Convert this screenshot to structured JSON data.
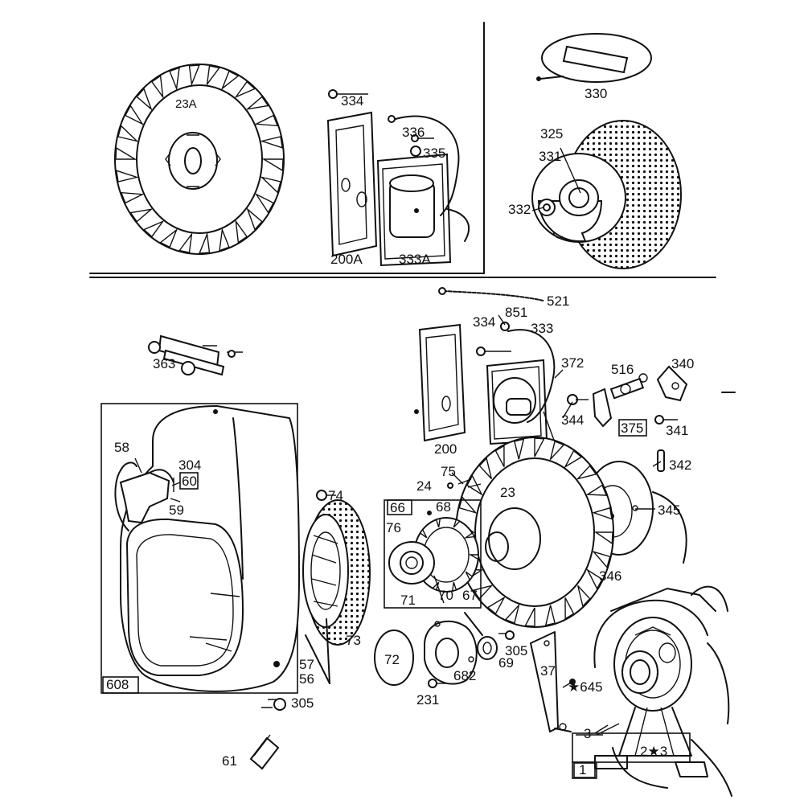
{
  "labels": {
    "l23A": "23A",
    "l334a": "334",
    "l336": "336",
    "l335": "335",
    "l200A": "200A",
    "l333A": "333A",
    "l330": "330",
    "l325": "325",
    "l331": "331",
    "l332": "332",
    "l521": "521",
    "l851": "851",
    "l334b": "334",
    "l333": "333",
    "l363": "363",
    "l372": "372",
    "l516": "516",
    "l340": "340",
    "l344": "344",
    "l375": "375",
    "l341": "341",
    "l200": "200",
    "l342": "342",
    "l75": "75",
    "l24": "24",
    "l23": "23",
    "l345": "345",
    "l346": "346",
    "l58": "58",
    "l304": "304",
    "l60": "60",
    "l59": "59",
    "l74": "74",
    "l66": "66",
    "l68": "68",
    "l76": "76",
    "l71": "71",
    "l70": "70",
    "l67": "67",
    "l73": "73",
    "l57": "57",
    "l56": "56",
    "l608": "608",
    "l305a": "305",
    "l72": "72",
    "l682": "682",
    "l69": "69",
    "l305b": "305",
    "l231": "231",
    "l37": "37",
    "l645": "★645",
    "l3a": "3",
    "l2s3": "2★3",
    "l1": "1",
    "l61": "61"
  },
  "icons": {
    "flywheel": "flywheel-icon",
    "armature": "armature-icon",
    "screen": "rotating-screen-icon",
    "blower": "blower-housing-icon",
    "starter": "starter-pulley-icon",
    "bracket": "control-bracket-icon"
  },
  "colors": {
    "ink": "#111111",
    "paper": "#ffffff"
  }
}
